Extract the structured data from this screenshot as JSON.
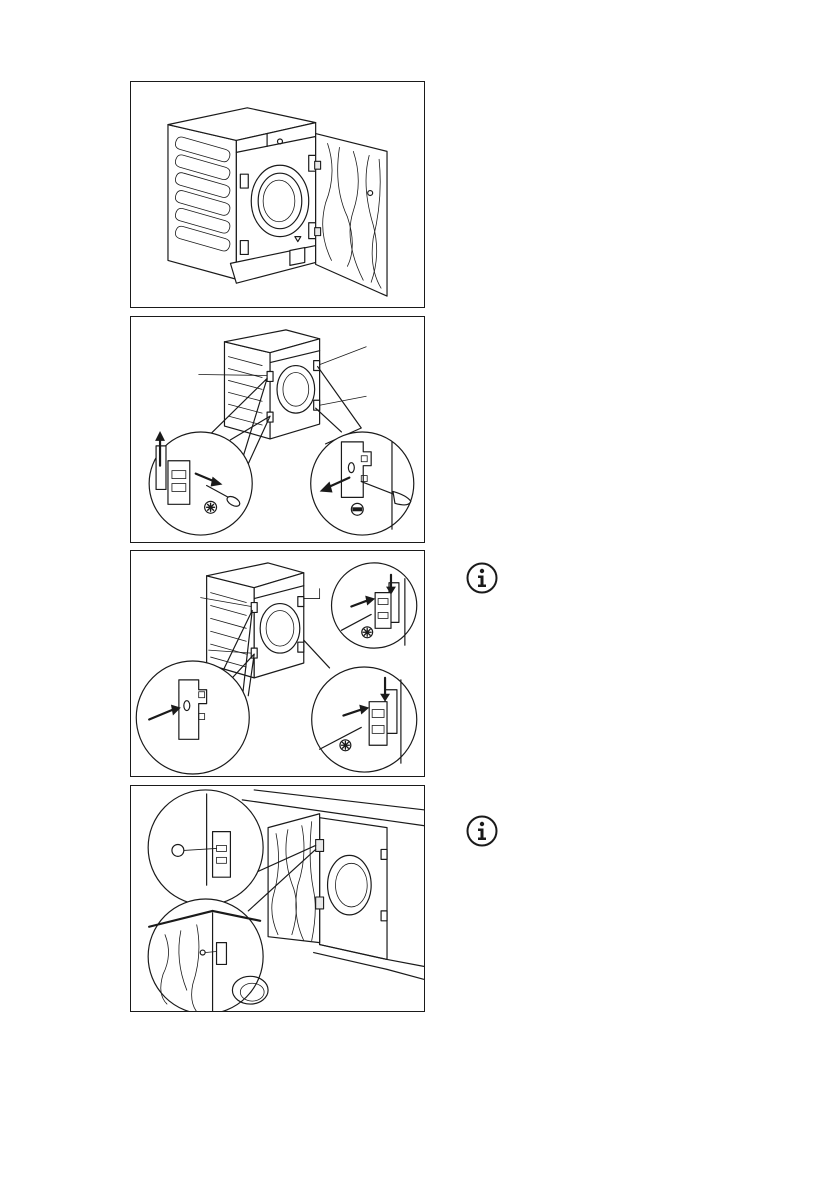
{
  "figures": [
    {
      "id": "fig1",
      "icons": [
        "hinge-icon"
      ]
    },
    {
      "id": "fig2",
      "icons": [
        "torx-screwdriver-icon",
        "flat-screwdriver-icon"
      ]
    },
    {
      "id": "fig3",
      "icons": [
        "torx-screwdriver-icon"
      ]
    },
    {
      "id": "fig4",
      "icons": [
        "hinge-icon"
      ]
    }
  ],
  "notes": [
    {
      "icon": "info-icon"
    },
    {
      "icon": "info-icon"
    }
  ],
  "colors": {
    "line": "#1a1a1a",
    "background": "#ffffff",
    "shade": "#e8e8e8"
  }
}
